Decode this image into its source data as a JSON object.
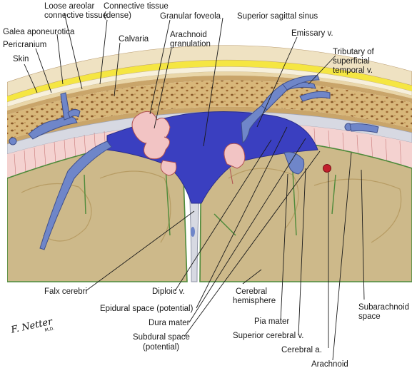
{
  "labels": {
    "loose_areolar": [
      "Loose areolar",
      "connective tissue"
    ],
    "connective_dense": [
      "Connective tissue",
      "(dense)"
    ],
    "galea": "Galea aponeurotica",
    "pericranium": "Pericranium",
    "skin": "Skin",
    "calvaria": "Calvaria",
    "granular_foveola": "Granular foveola",
    "arachnoid_granulation": [
      "Arachnoid",
      "granulation"
    ],
    "superior_sagittal_sinus": "Superior sagittal sinus",
    "emissary_v": "Emissary v.",
    "tributary": [
      "Tributary of",
      "superficial",
      "temporal v."
    ],
    "falx_cerebri": "Falx cerebri",
    "diploic_v": "Diploic v.",
    "epidural_space": "Epidural space (potential)",
    "dura_mater": "Dura mater",
    "subdural_space": [
      "Subdural space",
      "(potential)"
    ],
    "cerebral_hemisphere": [
      "Cerebral",
      "hemisphere"
    ],
    "pia_mater": "Pia mater",
    "superior_cerebral_v": "Superior cerebral v.",
    "cerebral_a": "Cerebral a.",
    "arachnoid": "Arachnoid",
    "subarachnoid_space": [
      "Subarachnoid",
      "space"
    ]
  },
  "signature": "F. Netter M.D.",
  "colors": {
    "skin": "#efe2c2",
    "galea": "#f5e642",
    "bone": "#c9a56a",
    "diploe_dot": "#8a5a2a",
    "vein": "#6f86c9",
    "sinus": "#3a3fc0",
    "dura": "#c9ccd6",
    "pia": "#f2c4c4",
    "brain": "#cdb98a",
    "sulcus_line": "#4d8a3a",
    "artery": "#c21f2c"
  }
}
